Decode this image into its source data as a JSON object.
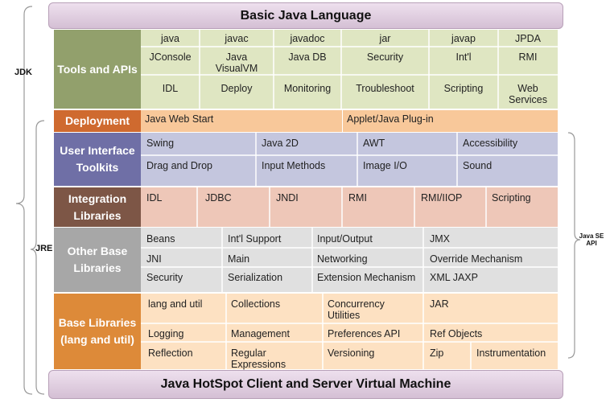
{
  "top_bar": "Basic Java Language",
  "bottom_bar": "Java HotSpot Client and Server Virtual Machine",
  "side_labels": {
    "jdk": "JDK",
    "jre": "JRE",
    "java_se_api": "Java SE API"
  },
  "colors": {
    "tools": "#92a06c",
    "tools_cell": "#dfe6c2",
    "deployment": "#cf6a2f",
    "deployment_cell": "#f8c89a",
    "ui": "#6f6fa6",
    "ui_cell": "#c4c6de",
    "integration": "#7d5646",
    "integration_cell": "#eec7b8",
    "other": "#a7a7a7",
    "other_cell": "#e0e0e0",
    "base": "#dd8a39",
    "base_cell": "#fde1c2"
  },
  "sections": {
    "tools": {
      "label": "Tools and APIs",
      "rows": [
        [
          "java",
          "javac",
          "javadoc",
          "jar",
          "javap",
          "JPDA"
        ],
        [
          "JConsole",
          "Java VisualVM",
          "Java DB",
          "Security",
          "Int'l",
          "RMI"
        ],
        [
          "IDL",
          "Deploy",
          "Monitoring",
          "Troubleshoot",
          "Scripting",
          "Web Services"
        ]
      ]
    },
    "deployment": {
      "label": "Deployment",
      "cells": [
        "Java Web Start",
        "Applet/Java Plug-in"
      ]
    },
    "ui": {
      "label": "User Interface Toolkits",
      "rows": [
        [
          "Swing",
          "Java 2D",
          "AWT",
          "Accessibility"
        ],
        [
          "Drag and Drop",
          "Input Methods",
          "Image I/O",
          "Sound"
        ]
      ]
    },
    "integration": {
      "label": "Integration Libraries",
      "cells": [
        "IDL",
        "JDBC",
        "JNDI",
        "RMI",
        "RMI/IIOP",
        "Scripting"
      ]
    },
    "other": {
      "label": "Other Base Libraries",
      "rows": [
        [
          "Beans",
          "Int'l Support",
          "Input/Output",
          "JMX"
        ],
        [
          "JNI",
          "Main",
          "Networking",
          "Override Mechanism"
        ],
        [
          "Security",
          "Serialization",
          "Extension Mechanism",
          "XML JAXP"
        ]
      ]
    },
    "base": {
      "label": "Base Libraries (lang and util)",
      "rows": [
        [
          "lang and util",
          "Collections",
          "Concurrency Utilities",
          "JAR"
        ],
        [
          "Logging",
          "Management",
          "Preferences API",
          "Ref Objects"
        ],
        [
          "Reflection",
          "Regular Expressions",
          "Versioning",
          "Zip",
          "Instrumentation"
        ]
      ]
    }
  }
}
